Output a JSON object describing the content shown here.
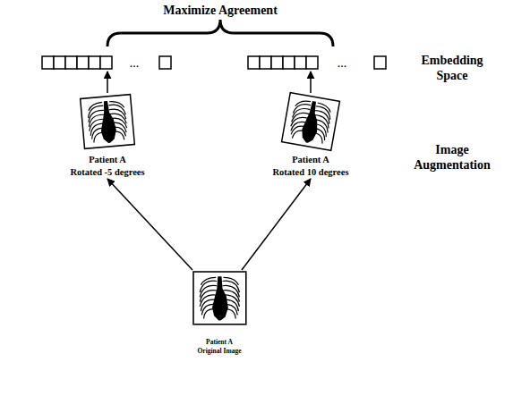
{
  "diagram": {
    "nodes": [
      {
        "text": [
          "..."
        ]
      },
      {
        "text": [
          "..."
        ]
      },
      {
        "text": [
          "Patient A",
          "Rotated -5 degrees"
        ]
      },
      {
        "text": [
          "Patient A",
          "Rotated 10 degrees"
        ]
      },
      {
        "text": [
          "Patient A",
          "Original Image"
        ]
      }
    ],
    "edges": [
      {
        "from": 4,
        "to": 2,
        "arrow": "to"
      },
      {
        "from": 4,
        "to": 3,
        "arrow": "to"
      },
      {
        "from": 2,
        "to": 0,
        "arrow": "to"
      },
      {
        "from": 3,
        "to": 1,
        "arrow": "to"
      }
    ],
    "labels": [
      "Maximize Agreement",
      "Embedding Space",
      "Image Augmentation"
    ]
  }
}
